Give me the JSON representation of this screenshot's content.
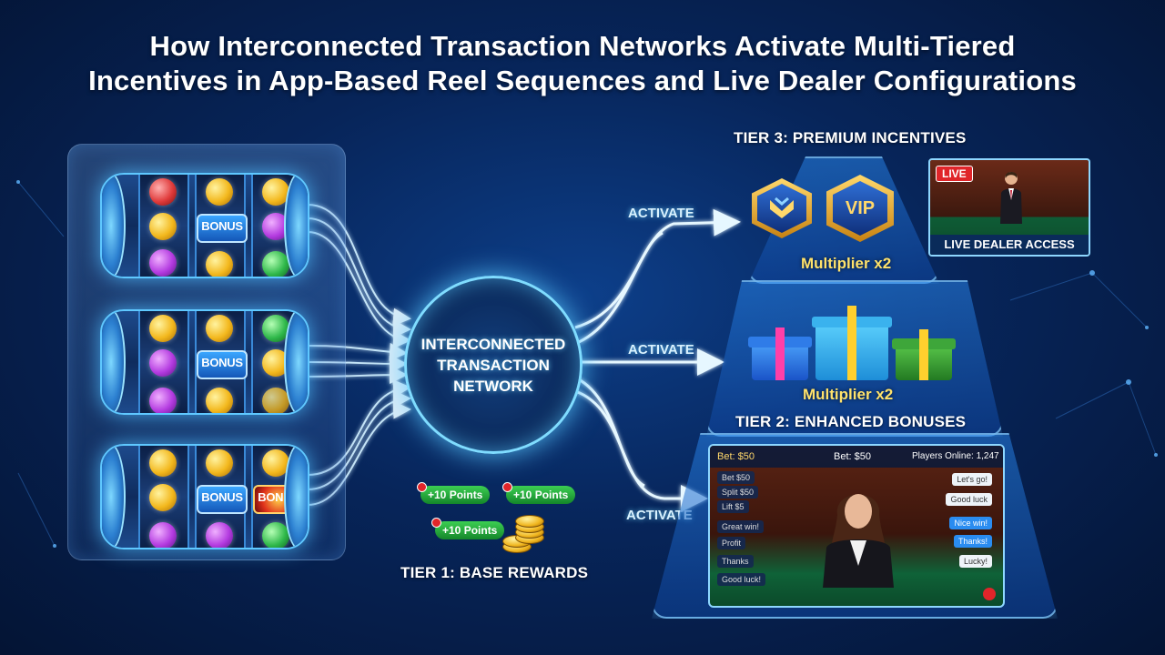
{
  "title_line1": "How Interconnected Transaction Networks Activate Multi-Tiered",
  "title_line2": "Incentives in App-Based Reel Sequences and Live Dealer Configurations",
  "reels": [
    {
      "bonus": "BONUS",
      "extra_bonus": ""
    },
    {
      "bonus": "BONUS",
      "extra_bonus": ""
    },
    {
      "bonus": "BONUS",
      "extra_bonus": "BONUS"
    }
  ],
  "hub": {
    "line1": "INTERCONNECTED",
    "line2": "TRANSACTION",
    "line3": "NETWORK"
  },
  "activate_labels": [
    "ACTIVATE",
    "ACTIVATE",
    "ACTIVATE"
  ],
  "tier1": {
    "label": "TIER 1: BASE REWARDS",
    "points": [
      "+10 Points",
      "+10 Points",
      "+10 Points"
    ]
  },
  "tier2": {
    "label": "TIER 2: ENHANCED BONUSES",
    "multiplier": "Multiplier x2"
  },
  "tier3": {
    "label": "TIER 3: PREMIUM INCENTIVES",
    "multiplier": "Multiplier x2",
    "vip": "VIP",
    "live_tag": "LIVE",
    "live_caption": "LIVE DEALER ACCESS"
  },
  "live_screen": {
    "bet_left": "Bet: $50",
    "bet_center": "Bet: $50",
    "players": "Players Online: 1,247",
    "chat_left": [
      "Bet $50",
      "Split $50",
      "Lift $5",
      "Great win!",
      "Profit",
      "Thanks",
      "Good luck!"
    ],
    "chat_right": [
      "Let's go!",
      "Good luck",
      "Nice win!",
      "Thanks!",
      "Lucky!"
    ]
  },
  "colors": {
    "accent_glow": "#5fc8ff",
    "multiplier": "#ffe26b",
    "points_green": "#2fb84a",
    "live_red": "#e0252a"
  }
}
